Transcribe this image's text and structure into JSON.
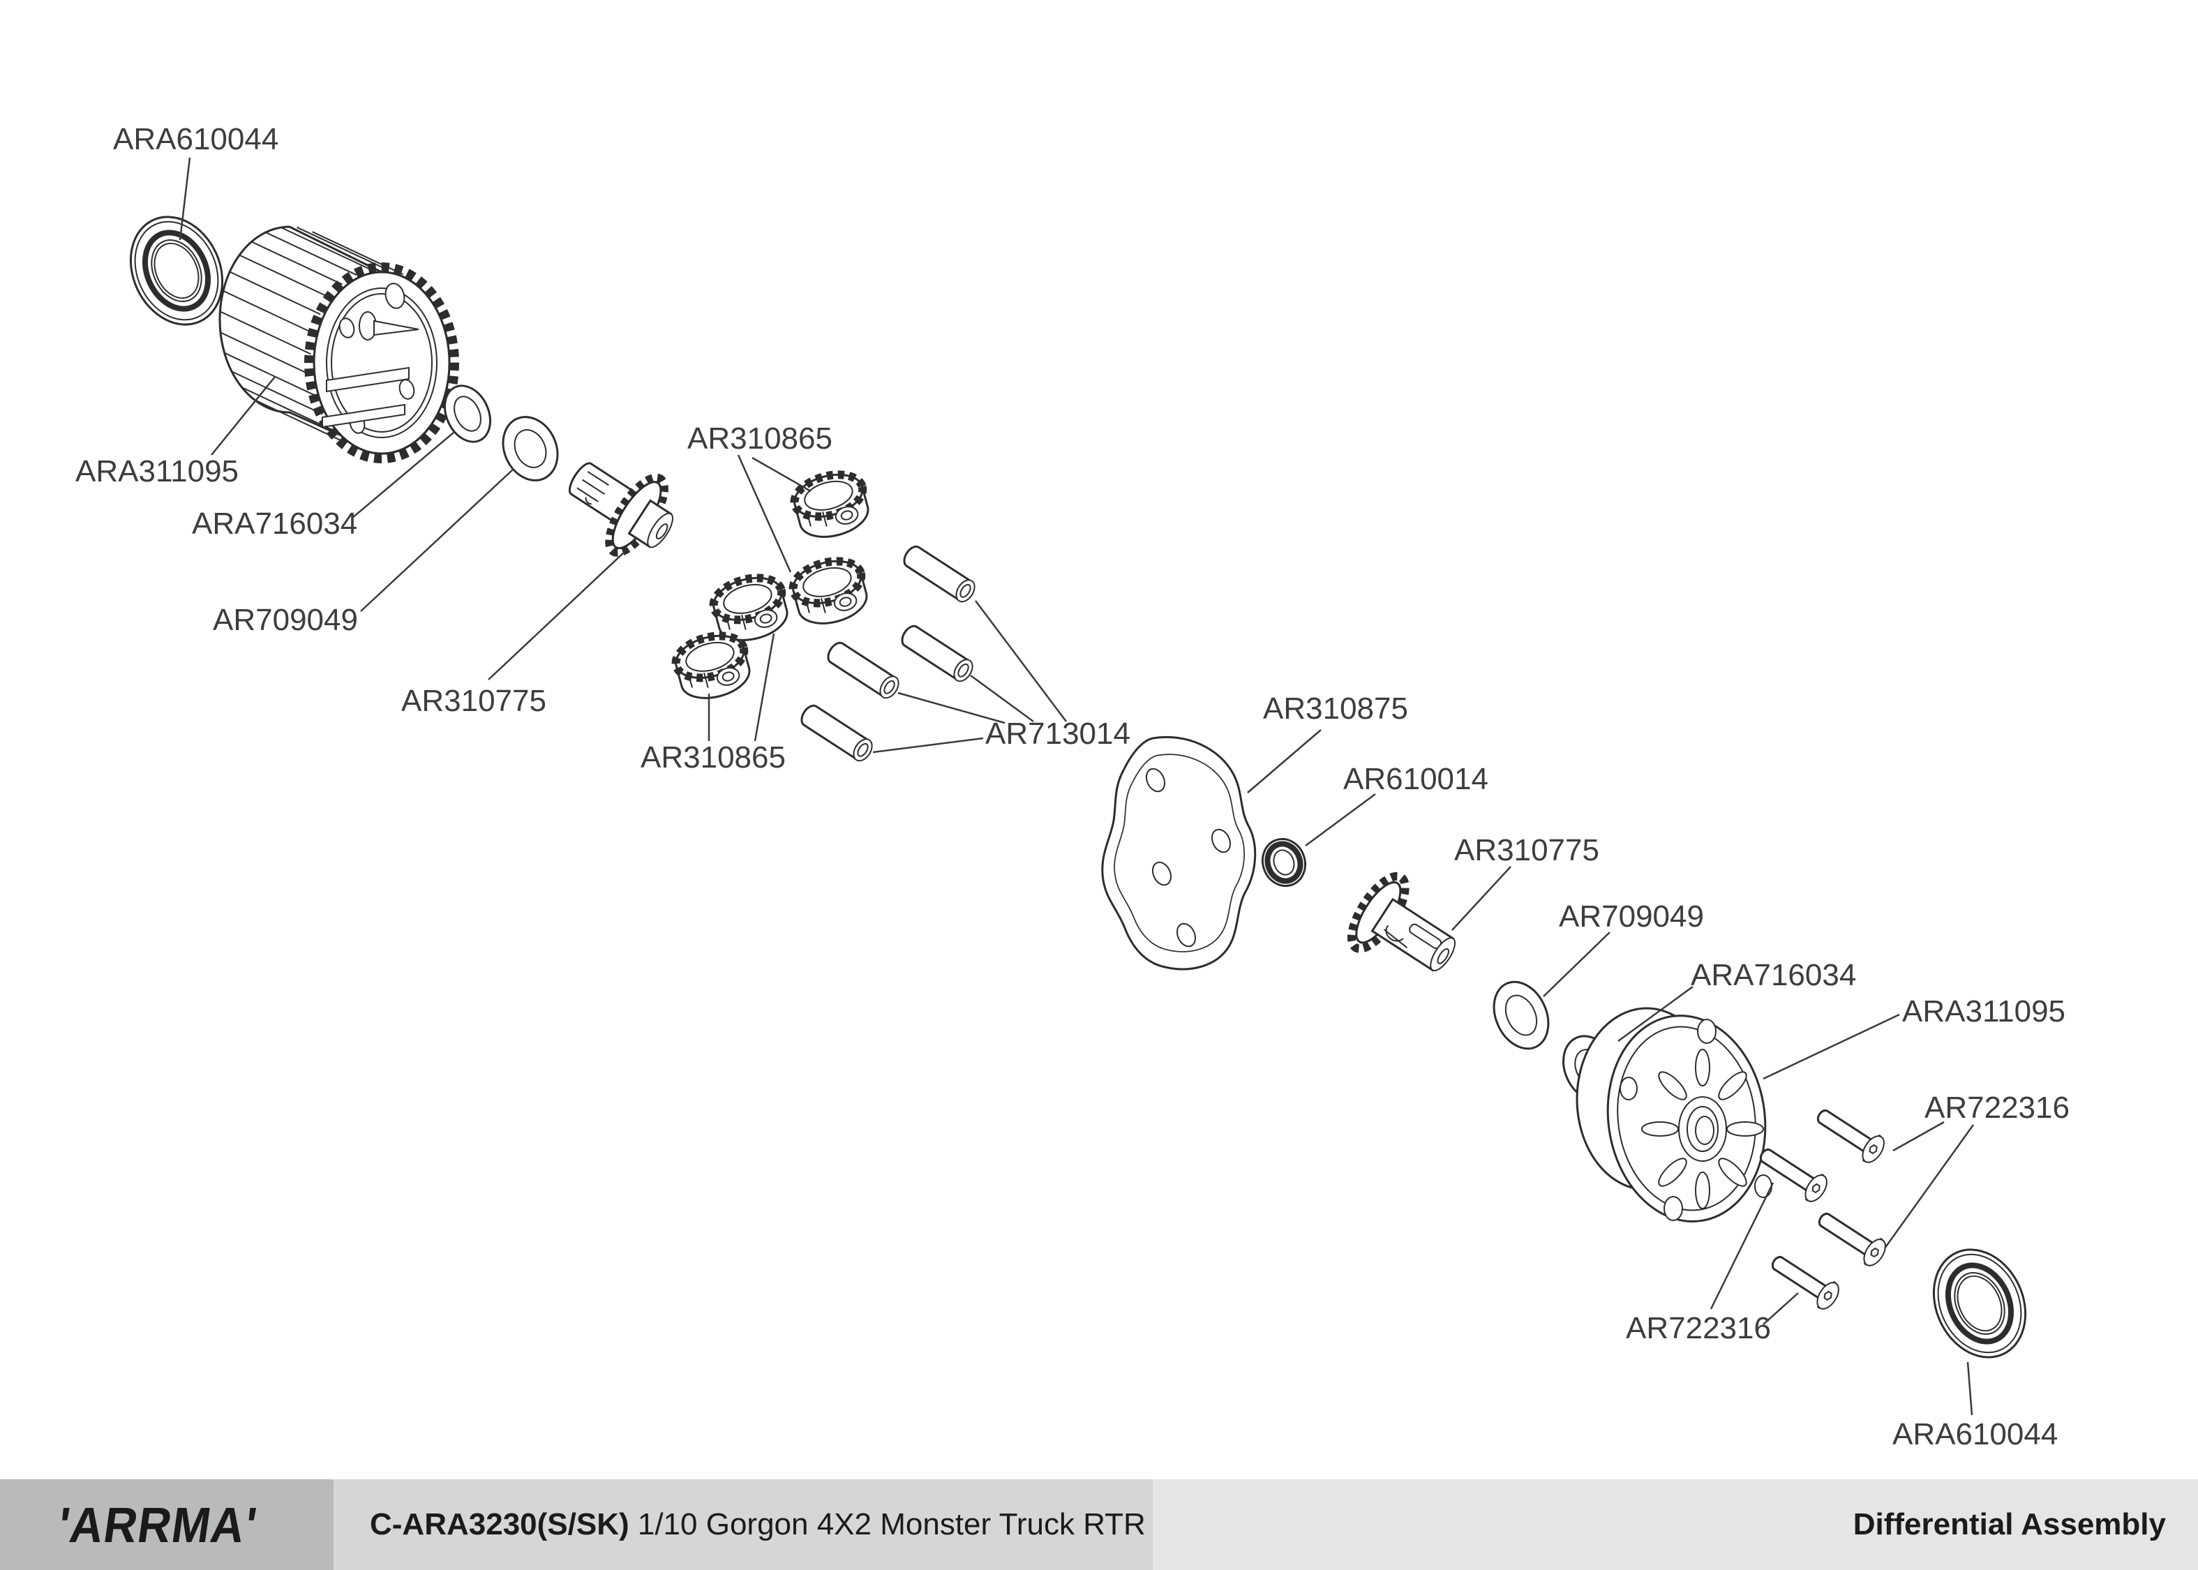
{
  "footer": {
    "logo_text": "'ARRMA'",
    "part_code": "C-ARA3230(S/SK)",
    "product_desc": " 1/10 Gorgon 4X2 Monster Truck RTR",
    "page_title": "Differential Assembly"
  },
  "colors": {
    "background": "#ffffff",
    "line": "#2d2d2d",
    "label_text": "#3d3d3d",
    "footer_logo_bg": "#b9bbba",
    "footer_mid_bg": "#d5d7d6",
    "footer_right_bg": "#e4e5e4"
  },
  "diagram": {
    "labels": [
      {
        "part": "bearing-front",
        "text": "ARA610044"
      },
      {
        "part": "ring-gear",
        "text": "ARA311095"
      },
      {
        "part": "thrust-washer-left",
        "text": "ARA716034"
      },
      {
        "part": "shim-left",
        "text": "AR709049"
      },
      {
        "part": "input-gear-left",
        "text": "AR310775"
      },
      {
        "part": "spider-gears-upper",
        "text": "AR310865"
      },
      {
        "part": "spider-gears-lower",
        "text": "AR310865"
      },
      {
        "part": "cross-pins",
        "text": "AR713014"
      },
      {
        "part": "gasket",
        "text": "AR310875"
      },
      {
        "part": "bearing-small",
        "text": "AR610014"
      },
      {
        "part": "input-gear-right",
        "text": "AR310775"
      },
      {
        "part": "shim-right",
        "text": "AR709049"
      },
      {
        "part": "thrust-washer-right",
        "text": "ARA716034"
      },
      {
        "part": "diff-housing",
        "text": "ARA311095"
      },
      {
        "part": "screws-upper",
        "text": "AR722316"
      },
      {
        "part": "screws-lower",
        "text": "AR722316"
      },
      {
        "part": "bearing-rear",
        "text": "ARA610044"
      }
    ]
  }
}
